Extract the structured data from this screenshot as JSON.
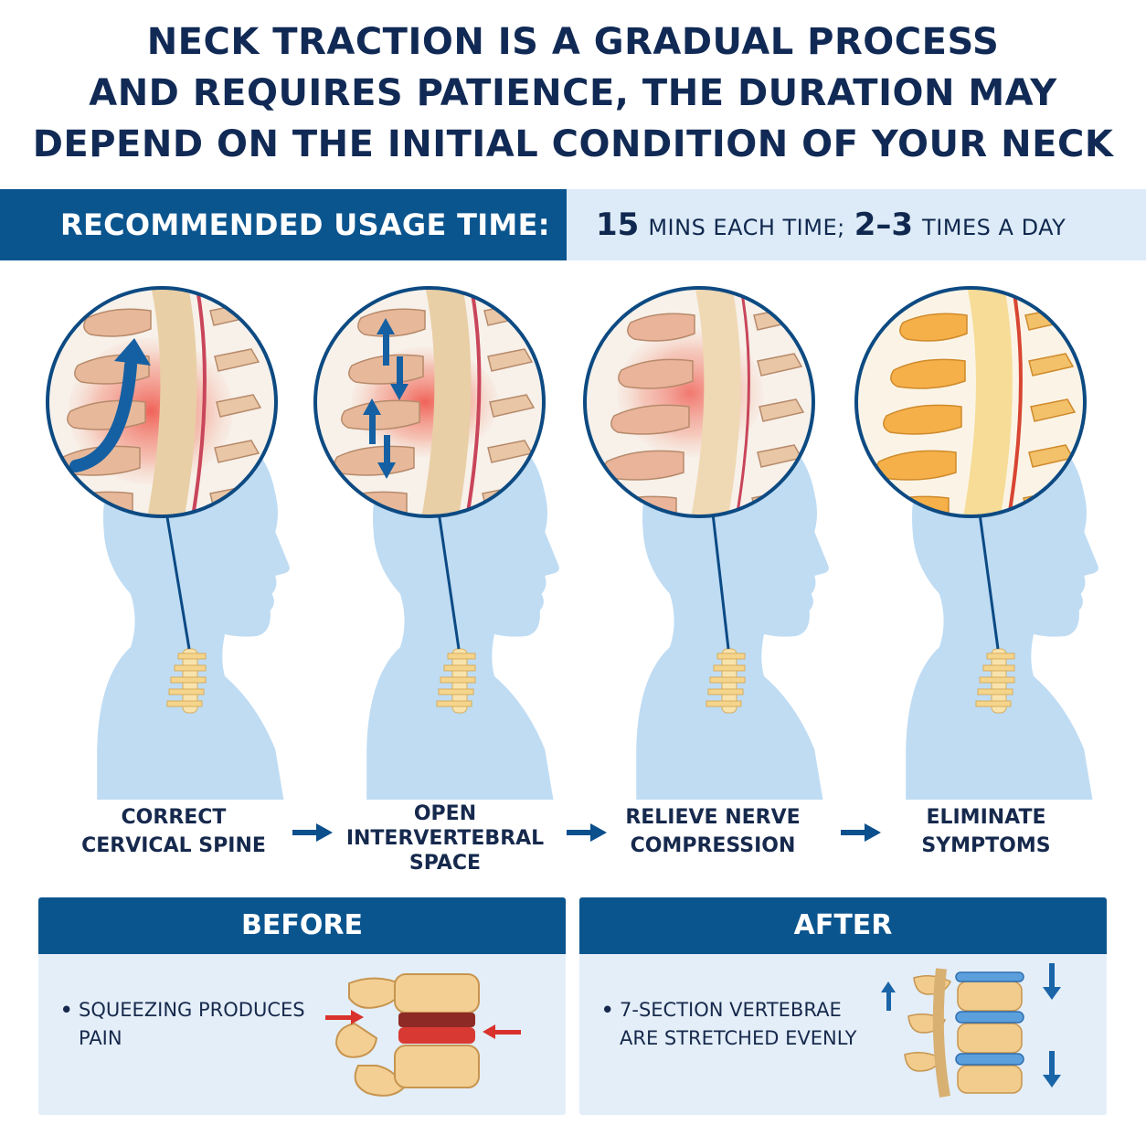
{
  "title": {
    "line1": "NECK TRACTION IS A GRADUAL PROCESS",
    "line2": "AND REQUIRES PATIENCE, THE DURATION MAY",
    "line3": "DEPEND ON THE INITIAL CONDITION OF YOUR NECK"
  },
  "usage": {
    "label": "RECOMMENDED USAGE TIME:",
    "minutes": "15",
    "minutes_text": "MINS EACH TIME;",
    "times": "2–3",
    "times_text": "TIMES A DAY"
  },
  "steps": [
    {
      "line1": "CORRECT",
      "line2": "CERVICAL SPINE",
      "line3": ""
    },
    {
      "line1": "OPEN",
      "line2": "INTERVERTEBRAL",
      "line3": "SPACE"
    },
    {
      "line1": "RELIEVE NERVE",
      "line2": "COMPRESSION",
      "line3": ""
    },
    {
      "line1": "ELIMINATE",
      "line2": "SYMPTOMS",
      "line3": ""
    }
  ],
  "before": {
    "heading": "BEFORE",
    "bullet": "•",
    "text": "SQUEEZING PRODUCES PAIN"
  },
  "after": {
    "heading": "AFTER",
    "bullet": "•",
    "text": "7-SECTION VERTEBRAE ARE STRETCHED EVENLY"
  },
  "colors": {
    "navy": "#0b558f",
    "title": "#112a55",
    "light_blue": "#dcebf7",
    "silhouette": "#bfdcf3",
    "inflamed": "#e8504a",
    "bone": "#f0c98e",
    "healthy": "#f5b049"
  }
}
